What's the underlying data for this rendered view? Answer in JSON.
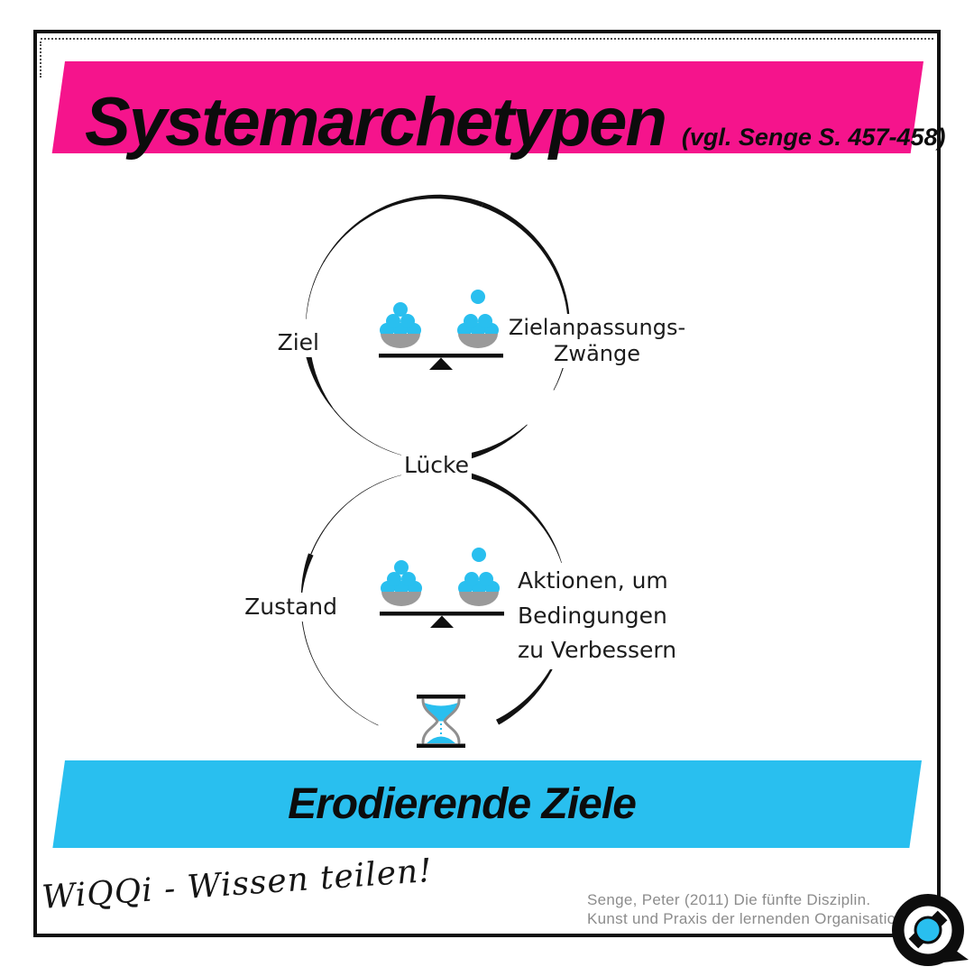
{
  "colors": {
    "pink": "#f5148c",
    "cyan": "#29bfef",
    "bowl_gray": "#9a9a9a",
    "glass_gray": "#8f8f8f",
    "citation_gray": "#8c8c8c",
    "ink": "#111111"
  },
  "header": {
    "title": "Systemarchetypen",
    "subtitle": "(vgl. Senge S. 457-458)"
  },
  "diagram": {
    "top_loop": {
      "left_label": "Ziel",
      "right_label_lines": [
        "Zielanpassungs-",
        "Zwänge"
      ],
      "icon": "balance-scale"
    },
    "junction_label": "Lücke",
    "bottom_loop": {
      "left_label": "Zustand",
      "right_label_lines": [
        "Aktionen, um",
        "Bedingungen",
        "zu Verbessern"
      ],
      "icons": [
        "balance-scale",
        "hourglass"
      ]
    }
  },
  "banner": {
    "label": "Erodierende Ziele"
  },
  "footer": {
    "signature": "WiQQi - Wissen teilen!",
    "citation_lines": [
      "Senge, Peter (2011)  Die fünfte Disziplin.",
      "Kunst und Praxis der lernenden Organisation"
    ]
  }
}
